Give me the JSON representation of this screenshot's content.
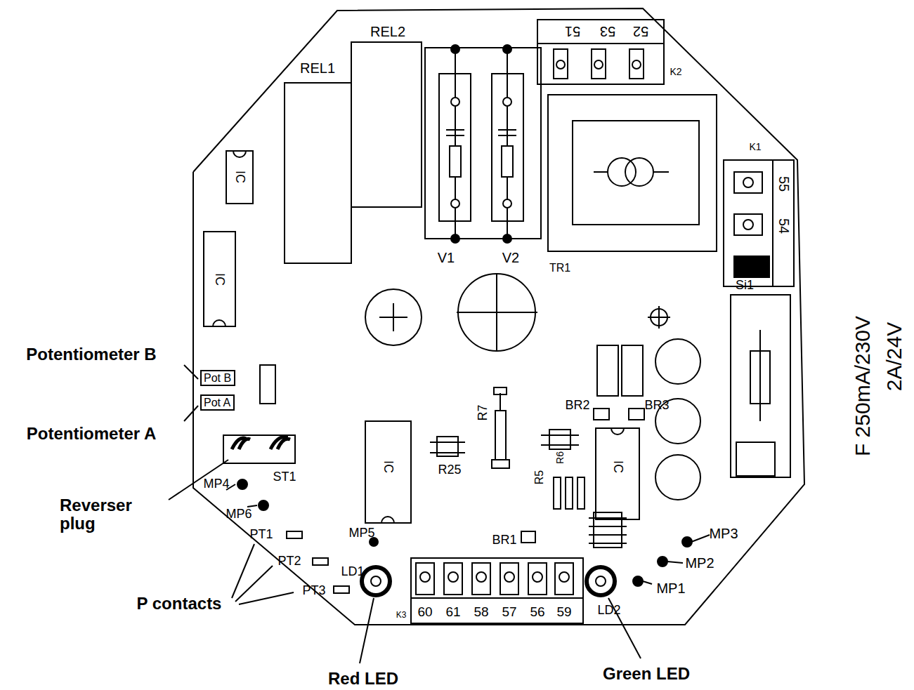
{
  "diagram": {
    "nodes": [
      {
        "text": [
          "Pot B"
        ]
      },
      {
        "text": [
          "Pot A"
        ]
      }
    ],
    "labels": [
      "REL1",
      "REL2",
      "51",
      "53",
      "52",
      "K2",
      "K1",
      "55",
      "54",
      "V1",
      "V2",
      "TR1",
      "Si1",
      "IC",
      "IC",
      "IC",
      "IC",
      "R7",
      "BR2",
      "BR3",
      "R25",
      "R5",
      "R6",
      "ST1",
      "MP4",
      "MP6",
      "MP5",
      "BR1",
      "MP3",
      "MP2",
      "MP1",
      "PT1",
      "PT2",
      "PT3",
      "LD1",
      "LD2",
      "K3",
      "60",
      "61",
      "58",
      "57",
      "56",
      "59",
      "Potentiometer B",
      "Potentiometer A",
      "Reverser plug",
      "P contacts",
      "Red LED",
      "Green LED",
      "F 250mA/230V",
      "2A/24V"
    ]
  }
}
